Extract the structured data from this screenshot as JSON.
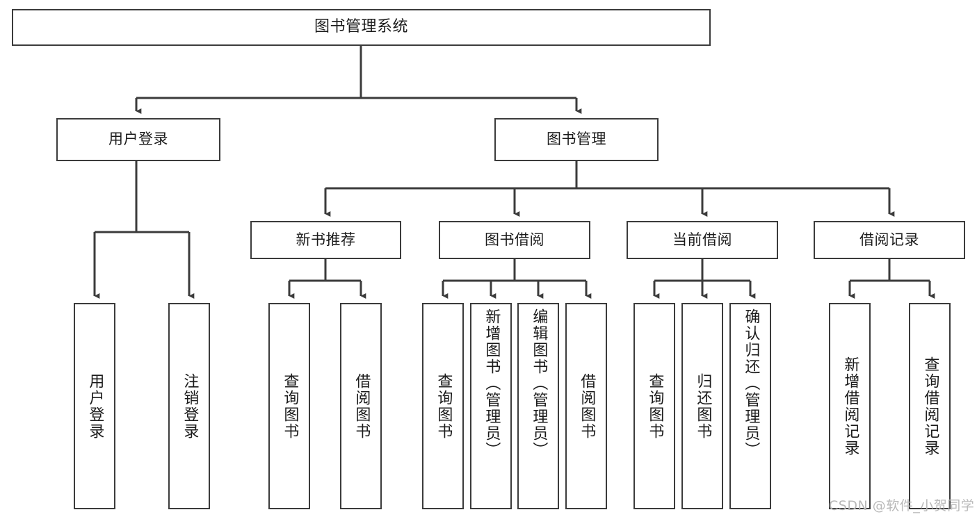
{
  "diagram": {
    "title": "图书管理系统",
    "type": "hierarchy-tree",
    "watermark": "CSDN @软件_小贺同学",
    "colors": {
      "stroke": "#3b3b3b",
      "fill": "#ffffff",
      "text": "#1b1b1b",
      "watermark": "#b9b9b9"
    },
    "levels": {
      "root": {
        "label": "图书管理系统"
      },
      "level2": [
        {
          "label": "用户登录"
        },
        {
          "label": "图书管理"
        }
      ],
      "level3": [
        {
          "label": "新书推荐"
        },
        {
          "label": "图书借阅"
        },
        {
          "label": "当前借阅"
        },
        {
          "label": "借阅记录"
        }
      ],
      "leaves": {
        "user_login": [
          {
            "label": "用户登录"
          },
          {
            "label": "注销登录"
          }
        ],
        "new_book_recommend": [
          {
            "label": "查询图书"
          },
          {
            "label": "借阅图书"
          }
        ],
        "book_borrow": [
          {
            "label": "查询图书"
          },
          {
            "label": "新增图书（管理员）"
          },
          {
            "label": "编辑图书（管理员）"
          },
          {
            "label": "借阅图书"
          }
        ],
        "current_borrow": [
          {
            "label": "查询图书"
          },
          {
            "label": "归还图书"
          },
          {
            "label": "确认归还（管理员）"
          }
        ],
        "borrow_record": [
          {
            "label": "新增借阅记录"
          },
          {
            "label": "查询借阅记录"
          }
        ]
      }
    }
  }
}
